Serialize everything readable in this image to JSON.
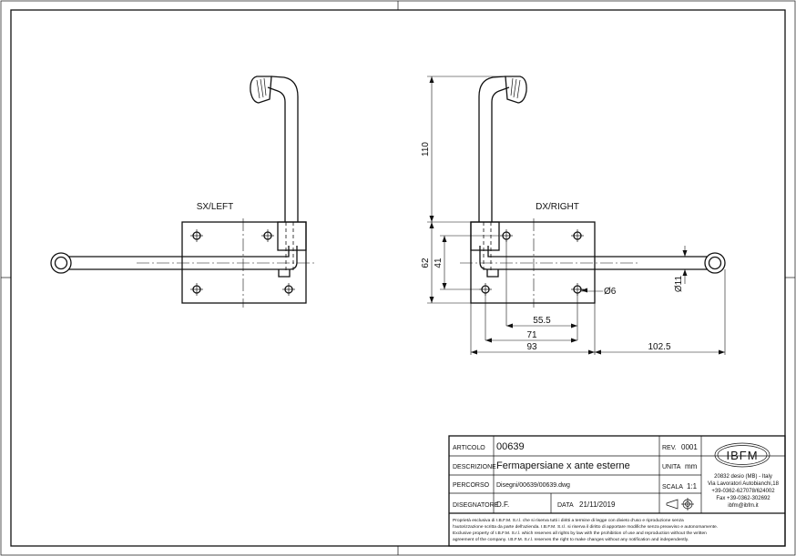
{
  "views": {
    "left_label": "SX/LEFT",
    "right_label": "DX/RIGHT"
  },
  "dimensions": {
    "height_110": "110",
    "height_62": "62",
    "height_41": "41",
    "hole_dia": "Ø6",
    "rod_dia": "Ø11",
    "width_55_5": "55.5",
    "width_71": "71",
    "width_93": "93",
    "width_102_5": "102.5"
  },
  "title_block": {
    "articolo_label": "ARTICOLO",
    "articolo_value": "00639",
    "rev_label": "REV.",
    "rev_value": "0001",
    "descrizione_label": "DESCRIZIONE",
    "descrizione_value": "Fermapersiane x ante esterne",
    "unita_label": "UNITA",
    "unita_value": "mm",
    "percorso_label": "PERCORSO",
    "percorso_value": "Disegni/00639/00639.dwg",
    "scala_label": "SCALA",
    "scala_value": "1:1",
    "disegnatore_label": "DISEGNATORE",
    "disegnatore_value": "D.F.",
    "data_label": "DATA",
    "data_value": "21/11/2019",
    "logo_text": "IBFM",
    "company_address": [
      "20832 desio (MB) - Italy",
      "Via Lavoratori Autobianchi,18",
      "+39-0362-627078/624002",
      "Fax +39-0362-302692",
      "ibfm@ibfm.it"
    ],
    "legal_notice": [
      "Proprietà esclusiva di I.B.F.M. S.r.l. che si riserva tutti i diritti a termine di legge con divieto d'uso e riproduzione senza",
      "l'autorizzazione scritta da parte dell'azienda. I.B.F.M. S.r.l. si riserva il diritto di apportare modifiche senza preavviso e autonomamente.",
      "Exclusive property of I.B.F.M. S.r.l. which reserves all rights by law with the prohibition of use and reproduction without the written",
      "agreement of the company. I.B.F.M. S.r.l. reserves the right to make changes without any notification and independently."
    ]
  }
}
